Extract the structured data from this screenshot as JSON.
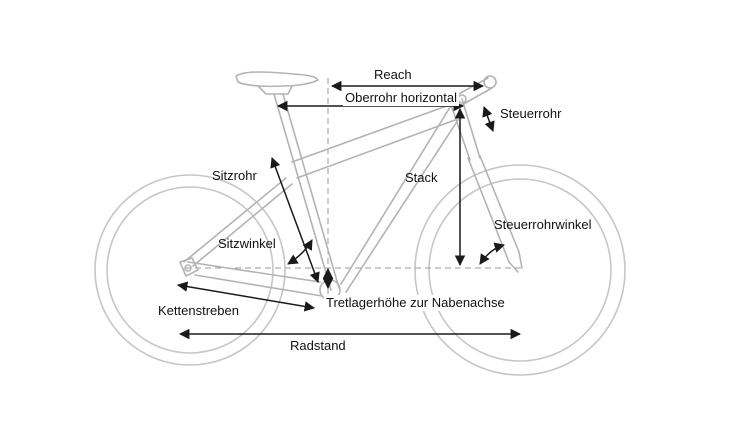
{
  "diagram": {
    "labels": {
      "reach": "Reach",
      "top_tube_horizontal": "Oberrohr horizontal",
      "head_tube": "Steuerrohr",
      "seat_tube": "Sitzrohr",
      "stack": "Stack",
      "seat_angle": "Sitzwinkel",
      "head_angle": "Steuerrohrwinkel",
      "bb_drop": "Tretlagerhöhe zur Nabenachse",
      "chainstays": "Kettenstreben",
      "wheelbase": "Radstand"
    },
    "colors": {
      "frame": "#b3b3b3",
      "tyre": "#c6c6c6",
      "dimension_lines": "#1a1a1a",
      "reference_lines": "#9a9a9a"
    }
  }
}
